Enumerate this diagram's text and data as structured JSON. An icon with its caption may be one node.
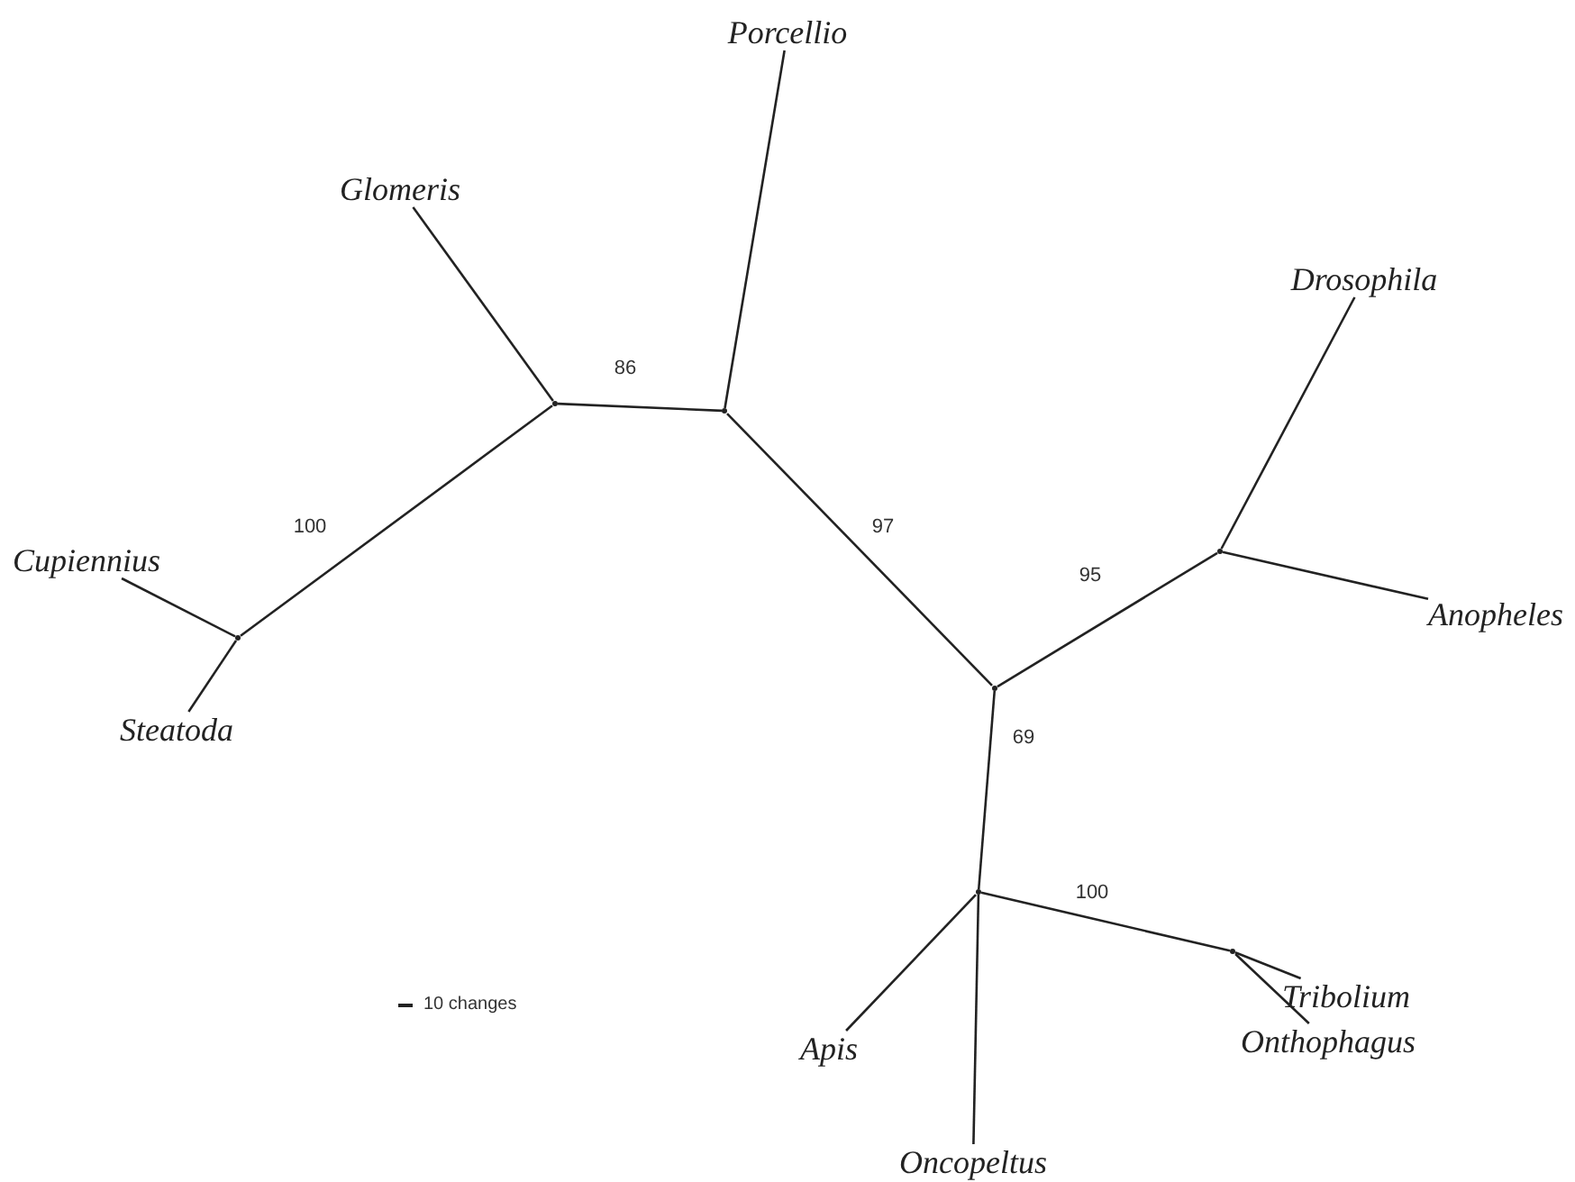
{
  "diagram": {
    "nodes": [
      {
        "text": [
          "Porcellio"
        ]
      },
      {
        "text": [
          "Glomeris"
        ]
      },
      {
        "text": [
          "Drosophila"
        ]
      },
      {
        "text": [],
        "shape": "point"
      },
      {
        "text": [],
        "shape": "point"
      },
      {
        "text": [
          "Cupiennius"
        ]
      },
      {
        "text": [],
        "shape": "point"
      },
      {
        "text": [
          "Anopheles"
        ]
      },
      {
        "text": [],
        "shape": "point"
      },
      {
        "text": [],
        "shape": "point"
      },
      {
        "text": [
          "Steatoda"
        ]
      },
      {
        "text": [],
        "shape": "point"
      },
      {
        "text": [],
        "shape": "point"
      },
      {
        "text": [
          "Apis"
        ]
      },
      {
        "text": [
          "Tribolium"
        ]
      },
      {
        "text": [
          "Onthophagus"
        ]
      },
      {
        "text": [
          "Oncopeltus"
        ]
      }
    ],
    "edges": [
      {
        "from": 3,
        "to": 1,
        "arrow": "none"
      },
      {
        "from": 3,
        "to": 4,
        "arrow": "none",
        "label": "86"
      },
      {
        "from": 4,
        "to": 0,
        "arrow": "none"
      },
      {
        "from": 3,
        "to": 8,
        "arrow": "none",
        "label": "100"
      },
      {
        "from": 8,
        "to": 5,
        "arrow": "none"
      },
      {
        "from": 8,
        "to": 10,
        "arrow": "none"
      },
      {
        "from": 4,
        "to": 9,
        "arrow": "none",
        "label": "97"
      },
      {
        "from": 9,
        "to": 6,
        "arrow": "none",
        "label": "95"
      },
      {
        "from": 6,
        "to": 2,
        "arrow": "none"
      },
      {
        "from": 6,
        "to": 7,
        "arrow": "none"
      },
      {
        "from": 9,
        "to": 11,
        "arrow": "none",
        "label": "69"
      },
      {
        "from": 11,
        "to": 13,
        "arrow": "none"
      },
      {
        "from": 11,
        "to": 16,
        "arrow": "none"
      },
      {
        "from": 11,
        "to": 12,
        "arrow": "none",
        "label": "100"
      },
      {
        "from": 12,
        "to": 14,
        "arrow": "none"
      },
      {
        "from": 12,
        "to": 15,
        "arrow": "none"
      }
    ],
    "labels": [
      "10 changes"
    ]
  }
}
